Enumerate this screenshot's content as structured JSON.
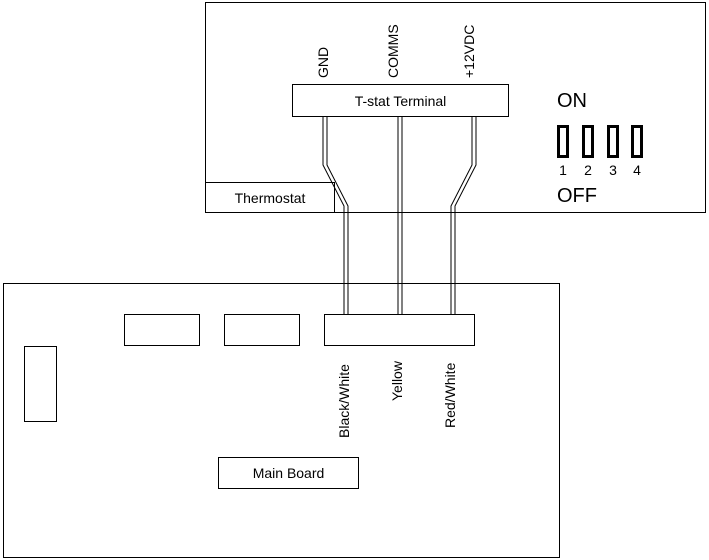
{
  "thermostat": {
    "label": "Thermostat",
    "terminal_label": "T-stat Terminal",
    "terminal_pins": [
      "GND",
      "COMMS",
      "+12VDC"
    ],
    "dip_switch": {
      "on_label": "ON",
      "off_label": "OFF",
      "switch_numbers": [
        "1",
        "2",
        "3",
        "4"
      ]
    }
  },
  "main_board": {
    "label": "Main Board",
    "wire_colors": [
      "Black/White",
      "Yellow",
      "Red/White"
    ]
  }
}
